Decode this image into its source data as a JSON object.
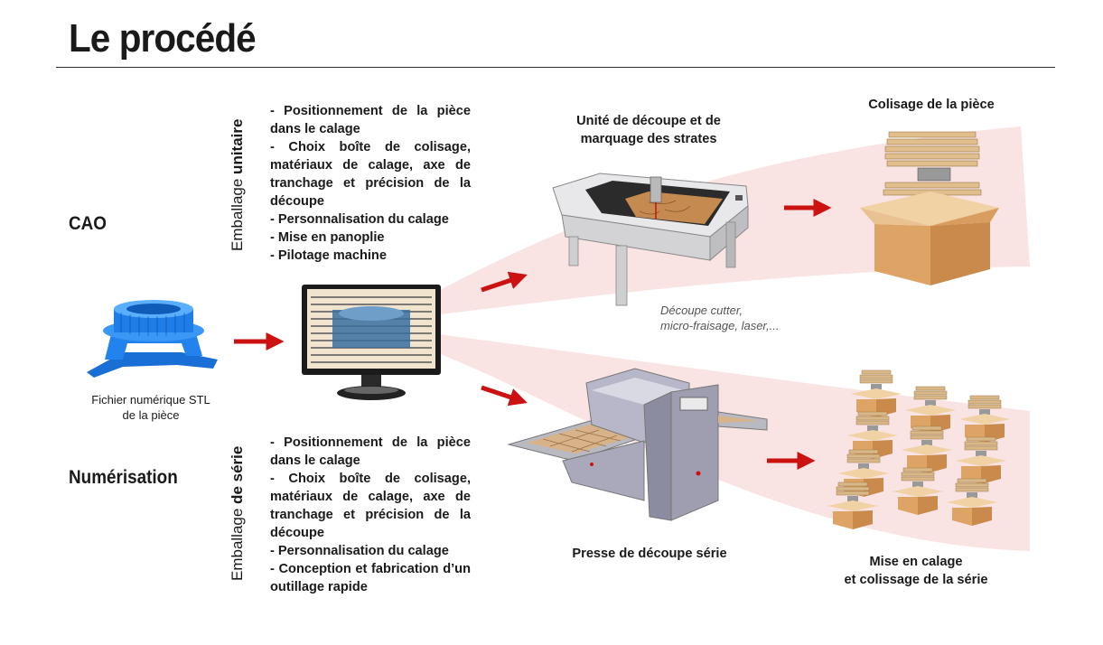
{
  "title": "Le procédé",
  "left": {
    "cao": "CAO",
    "numerisation": "Numérisation",
    "stl_caption_1": "Fichier numérique STL",
    "stl_caption_2": "de la pièce"
  },
  "unitaire": {
    "label_prefix": "Emballage ",
    "label_bold": "unitaire",
    "steps": [
      "- Positionnement de la pièce dans le calage",
      "- Choix boîte de colisage, matériaux de calage, axe de tranchage et précision de la découpe",
      "- Personnalisation du calage",
      "- Mise en panoplie",
      "- Pilotage machine"
    ]
  },
  "serie": {
    "label_prefix": "Emballage ",
    "label_bold": "de série",
    "steps": [
      "- Positionnement de la pièce dans le calage",
      "- Choix boîte de colisage, matériaux de calage, axe de tranchage et précision de la découpe",
      "- Personnalisation du calage",
      "- Conception et fabrication d’un outillage rapide"
    ]
  },
  "machines": {
    "cutter_caption_1": "Unité de découpe et de",
    "cutter_caption_2": "marquage des strates",
    "cutter_note_1": "Découpe cutter,",
    "cutter_note_2": "micro-fraisage, laser,...",
    "press_caption": "Presse de découpe série"
  },
  "outputs": {
    "colisage": "Colisage de la pièce",
    "serie_1": "Mise en calage",
    "serie_2": "et colissage de la série"
  },
  "colors": {
    "arrow": "#cc1111",
    "part_blue": "#1e7de6",
    "band": "#f7dede",
    "box": "#e0a869"
  }
}
